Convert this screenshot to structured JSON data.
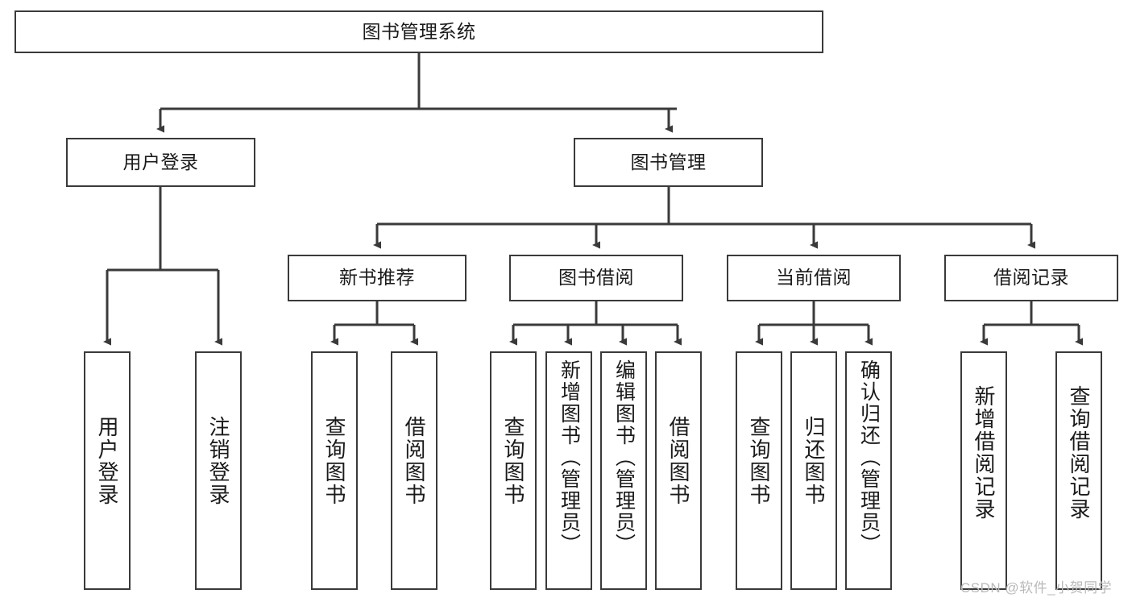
{
  "diagram": {
    "title": "图书管理系统",
    "type": "tree-hierarchy-chart",
    "root": {
      "label": "图书管理系统"
    },
    "level2": [
      {
        "label": "用户登录"
      },
      {
        "label": "图书管理"
      }
    ],
    "level3": [
      {
        "label": "新书推荐"
      },
      {
        "label": "图书借阅"
      },
      {
        "label": "当前借阅"
      },
      {
        "label": "借阅记录"
      }
    ],
    "leaves": [
      {
        "label": "用户登录",
        "parent": "用户登录"
      },
      {
        "label": "注销登录",
        "parent": "用户登录"
      },
      {
        "label": "查询图书",
        "parent": "新书推荐"
      },
      {
        "label": "借阅图书",
        "parent": "新书推荐"
      },
      {
        "label": "查询图书",
        "parent": "图书借阅"
      },
      {
        "label": "新增图书（管理员）",
        "parent": "图书借阅"
      },
      {
        "label": "编辑图书（管理员）",
        "parent": "图书借阅"
      },
      {
        "label": "借阅图书",
        "parent": "图书借阅"
      },
      {
        "label": "查询图书",
        "parent": "当前借阅"
      },
      {
        "label": "归还图书",
        "parent": "当前借阅"
      },
      {
        "label": "确认归还（管理员）",
        "parent": "当前借阅"
      },
      {
        "label": "新增借阅记录",
        "parent": "借阅记录"
      },
      {
        "label": "查询借阅记录",
        "parent": "借阅记录"
      }
    ]
  },
  "watermark": {
    "text": "CSDN @软件_小贺同学"
  },
  "colors": {
    "stroke": "#3a3a3a",
    "background": "#ffffff",
    "text": "#1a1a1a",
    "watermark": "#b9b9b9"
  }
}
